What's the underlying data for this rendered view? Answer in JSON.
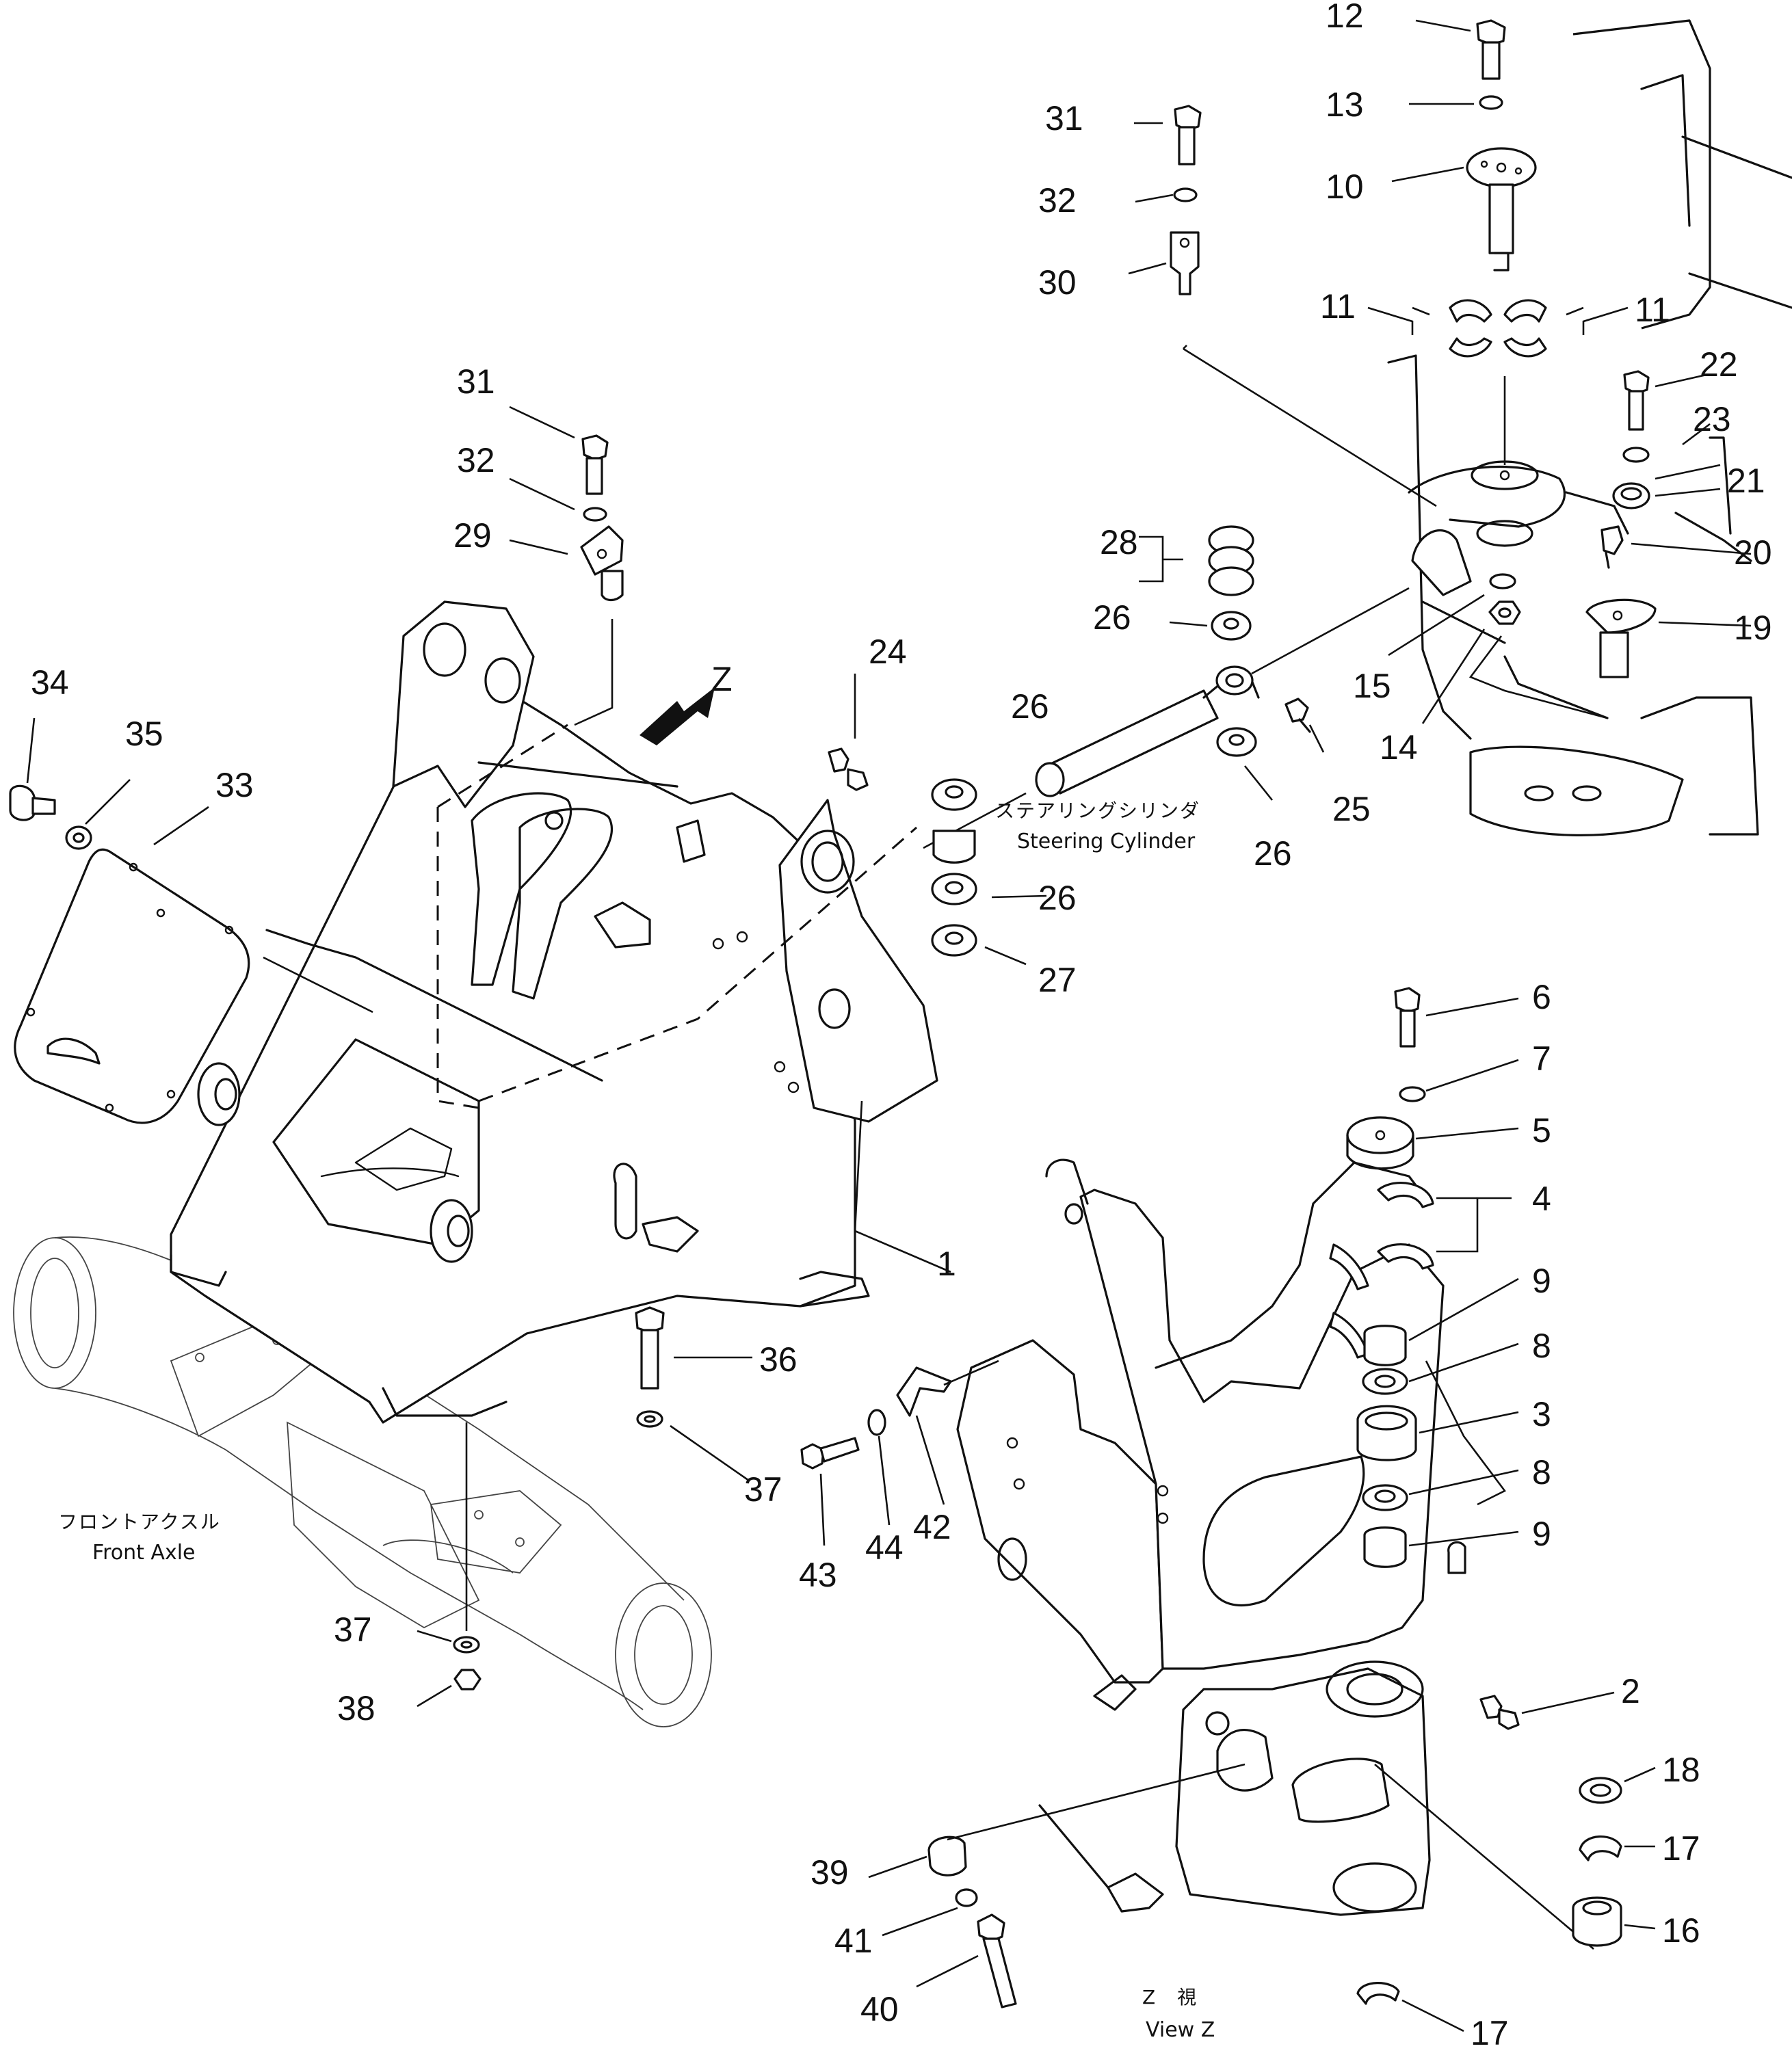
{
  "drawing": {
    "view_arrow_letter": "Z",
    "captions": {
      "front_axle_jp": "フロントアクスル",
      "front_axle_en": "Front Axle",
      "steering_cylinder_jp": "ステアリングシリンダ",
      "steering_cylinder_en": "Steering Cylinder",
      "view_z_jp": "Z　視",
      "view_z_en": "View Z"
    },
    "callouts": [
      "1",
      "2",
      "3",
      "4",
      "5",
      "6",
      "7",
      "8",
      "8",
      "9",
      "9",
      "10",
      "11",
      "11",
      "12",
      "13",
      "14",
      "15",
      "16",
      "17",
      "17",
      "18",
      "19",
      "20",
      "21",
      "22",
      "23",
      "24",
      "25",
      "26",
      "26",
      "26",
      "26",
      "27",
      "28",
      "29",
      "30",
      "31",
      "31",
      "32",
      "32",
      "33",
      "34",
      "35",
      "36",
      "37",
      "37",
      "38",
      "39",
      "40",
      "41",
      "42",
      "43",
      "44"
    ]
  }
}
